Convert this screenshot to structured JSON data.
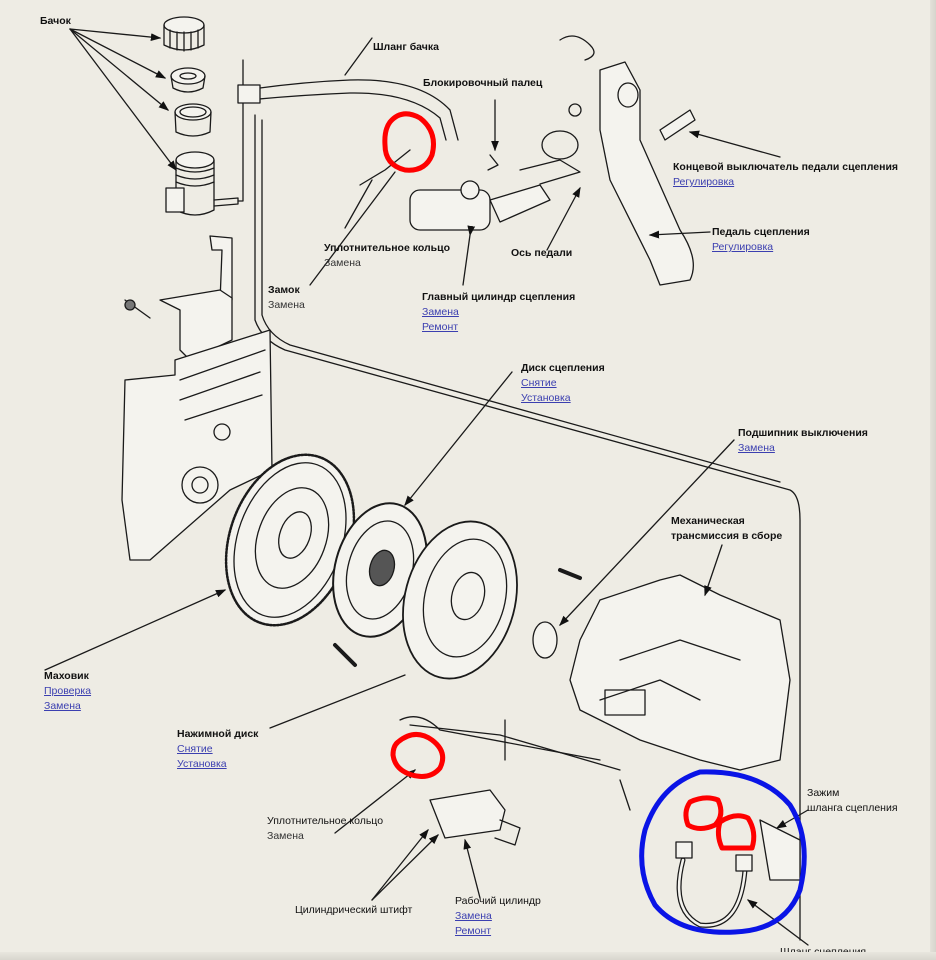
{
  "diagram": {
    "title": "Clutch system exploded view",
    "annotation_colors": {
      "highlight_red": "#ff0000",
      "highlight_blue": "#0a14e6",
      "link": "#3b3fb0"
    },
    "labels": {
      "reservoir": {
        "title": "Бачок"
      },
      "reservoir_hose": {
        "title": "Шланг бачка"
      },
      "lock_pin": {
        "title": "Блокировочный палец"
      },
      "pedal_switch": {
        "title": "Концевой выключатель педали сцепления",
        "links": [
          "Регулировка"
        ]
      },
      "clutch_pedal": {
        "title": "Педаль сцепления",
        "links": [
          "Регулировка"
        ]
      },
      "pedal_axle": {
        "title": "Ось педали"
      },
      "o_ring_top": {
        "title": "Уплотнительное кольцо",
        "notes": [
          "Замена"
        ]
      },
      "lock": {
        "title": "Замок",
        "notes": [
          "Замена"
        ]
      },
      "master_cylinder": {
        "title": "Главный цилиндр сцепления",
        "links": [
          "Замена",
          "Ремонт"
        ]
      },
      "clutch_disc": {
        "title": "Диск сцепления",
        "links": [
          "Снятие",
          "Установка"
        ]
      },
      "release_bearing": {
        "title": "Подшипник выключения",
        "links": [
          "Замена"
        ]
      },
      "transmission": {
        "title": "Механическая",
        "title2": "трансмиссия в сборе"
      },
      "flywheel": {
        "title": "Маховик",
        "links": [
          "Проверка",
          "Замена"
        ]
      },
      "pressure_plate": {
        "title": "Нажимной диск",
        "links": [
          "Снятие",
          "Установка"
        ]
      },
      "o_ring_bottom": {
        "title": "Уплотнительное кольцо",
        "notes": [
          "Замена"
        ]
      },
      "dowel_pin": {
        "title": "Цилиндрический штифт"
      },
      "slave_cylinder": {
        "title": "Рабочий цилиндр",
        "links": [
          "Замена",
          "Ремонт"
        ]
      },
      "hose_clamp": {
        "title": "Зажим",
        "title2": "шланга сцепления"
      },
      "clutch_hose": {
        "title": "Шланг сцепления"
      }
    }
  }
}
